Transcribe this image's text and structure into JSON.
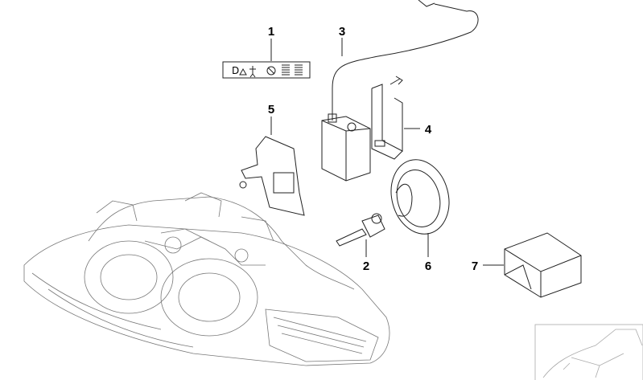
{
  "diagram": {
    "callouts": [
      {
        "number": "1",
        "part": "warning-label"
      },
      {
        "number": "2",
        "part": "bulb"
      },
      {
        "number": "3",
        "part": "ballast-unit-with-cable"
      },
      {
        "number": "4",
        "part": "mounting-bracket"
      },
      {
        "number": "5",
        "part": "control-unit-bracket"
      },
      {
        "number": "6",
        "part": "cap"
      },
      {
        "number": "7",
        "part": "box"
      }
    ],
    "warning_label_text": "D"
  }
}
